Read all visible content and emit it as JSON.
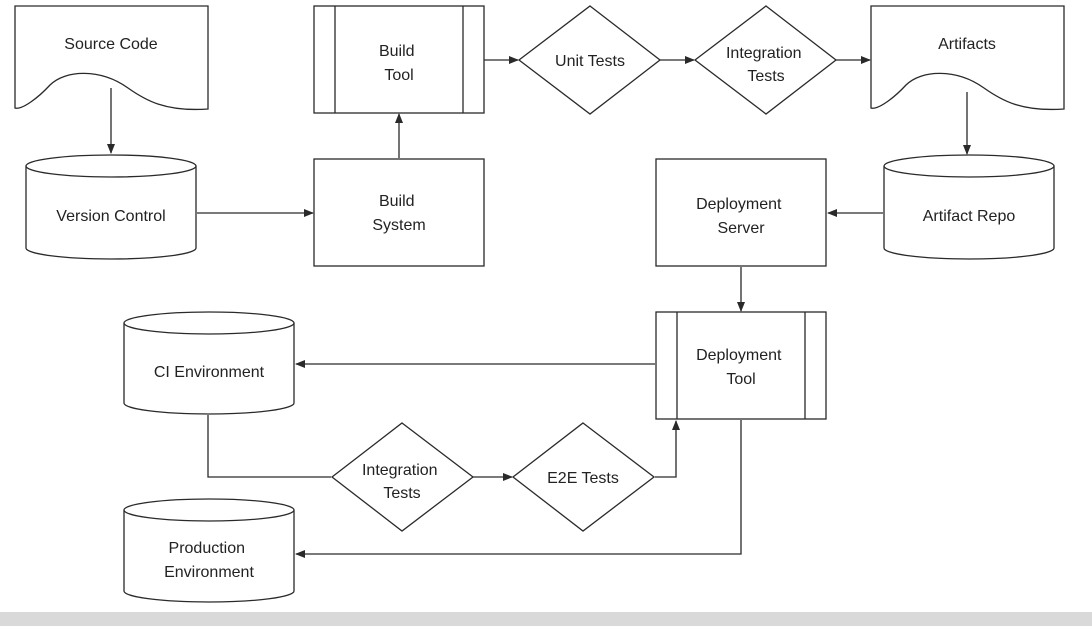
{
  "colors": {
    "stroke": "#2a2a2a",
    "text": "#222222",
    "background": "#ffffff",
    "bottom_bar": "#d9d9d9"
  },
  "nodes": {
    "source_code": {
      "shape": "document",
      "label": "Source Code"
    },
    "version_control": {
      "shape": "database-cylinder",
      "label": "Version Control"
    },
    "build_tool": {
      "shape": "predefined-process",
      "label": [
        "Build",
        "Tool"
      ]
    },
    "build_system": {
      "shape": "process",
      "label": [
        "Build",
        "System"
      ]
    },
    "unit_tests": {
      "shape": "decision",
      "label": "Unit Tests"
    },
    "integration_tests_top": {
      "shape": "decision",
      "label": [
        "Integration",
        "Tests"
      ]
    },
    "artifacts": {
      "shape": "document",
      "label": "Artifacts"
    },
    "artifact_repo": {
      "shape": "database-cylinder",
      "label": "Artifact Repo"
    },
    "deployment_server": {
      "shape": "process",
      "label": [
        "Deployment",
        "Server"
      ]
    },
    "deployment_tool": {
      "shape": "predefined-process",
      "label": [
        "Deployment",
        "Tool"
      ]
    },
    "ci_environment": {
      "shape": "database-cylinder",
      "label": "CI Environment"
    },
    "integration_tests_bottom": {
      "shape": "decision",
      "label": [
        "Integration",
        "Tests"
      ]
    },
    "e2e_tests": {
      "shape": "decision",
      "label": "E2E Tests"
    },
    "production_environment": {
      "shape": "database-cylinder",
      "label": [
        "Production",
        "Environment"
      ]
    }
  },
  "edges": [
    {
      "from": "source_code",
      "to": "version_control"
    },
    {
      "from": "version_control",
      "to": "build_system"
    },
    {
      "from": "build_system",
      "to": "build_tool"
    },
    {
      "from": "build_tool",
      "to": "unit_tests"
    },
    {
      "from": "unit_tests",
      "to": "integration_tests_top"
    },
    {
      "from": "integration_tests_top",
      "to": "artifacts"
    },
    {
      "from": "artifacts",
      "to": "artifact_repo"
    },
    {
      "from": "artifact_repo",
      "to": "deployment_server"
    },
    {
      "from": "deployment_server",
      "to": "deployment_tool"
    },
    {
      "from": "deployment_tool",
      "to": "ci_environment"
    },
    {
      "from": "ci_environment",
      "to": "integration_tests_bottom"
    },
    {
      "from": "integration_tests_bottom",
      "to": "e2e_tests"
    },
    {
      "from": "e2e_tests",
      "to": "deployment_tool"
    },
    {
      "from": "deployment_tool",
      "to": "production_environment"
    }
  ]
}
